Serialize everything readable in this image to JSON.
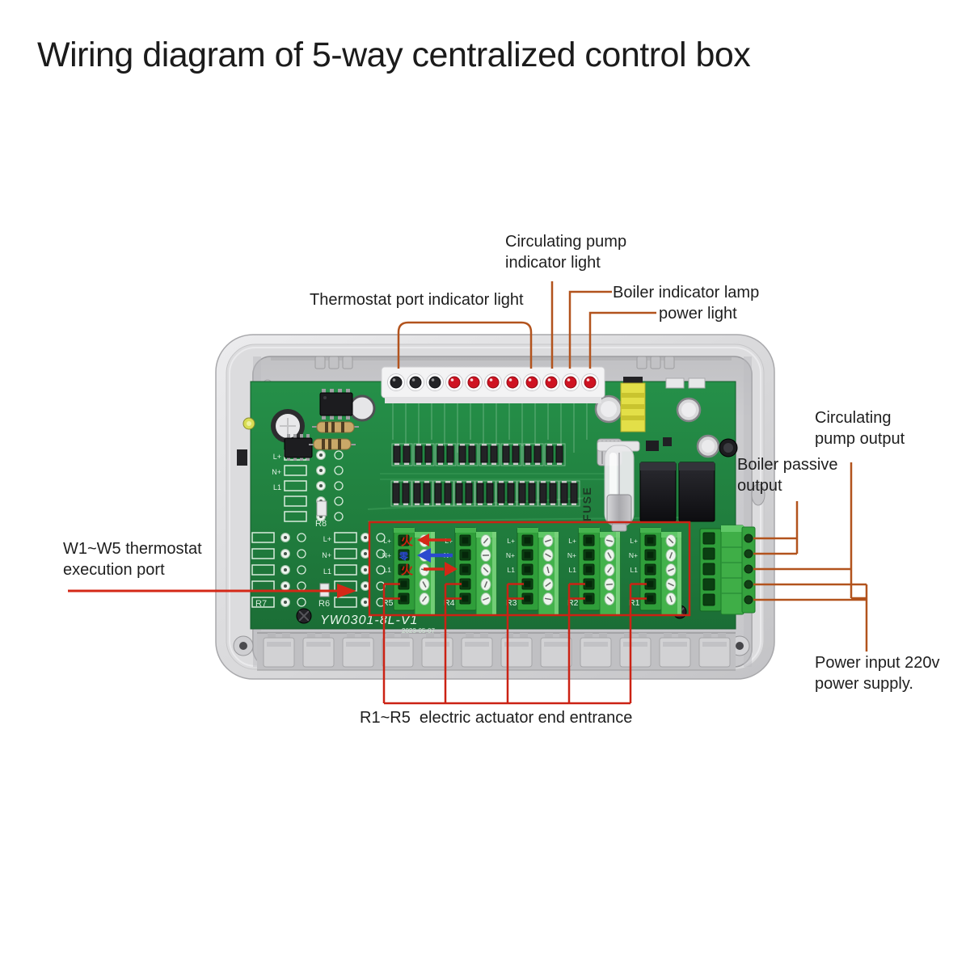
{
  "title": "Wiring diagram of 5-way centralized control box",
  "annotations": {
    "circulating_pump_indicator": "Circulating pump indicator light",
    "thermostat_port_indicator": "Thermostat port indicator light",
    "boiler_indicator_lamp": "Boiler indicator lamp",
    "power_light": "power light",
    "circulating_pump_output": "Circulating pump output",
    "boiler_passive_output": "Boiler passive output",
    "thermostat_execution_port": "W1~W5 thermostat execution port",
    "power_input": "Power input 220v power supply.",
    "actuator_entrance": "R1~R5  electric actuator end entrance"
  },
  "board": {
    "model": "YW0301-8L-V1",
    "date_code": "2023-05-07",
    "fuse_label": "FUSE",
    "relay_count": 2,
    "r_units": [
      "R5",
      "R4",
      "R3",
      "R2",
      "R1"
    ],
    "row_labels": [
      "L+",
      "N+",
      "L1"
    ],
    "ref_r8": "R8",
    "ref_r7": "R7",
    "ref_r6": "R6",
    "live_wire_char": "火",
    "neutral_wire_char": "零",
    "leds": [
      "black",
      "black",
      "black",
      "red",
      "red",
      "red",
      "red",
      "red",
      "red",
      "red",
      "red"
    ]
  },
  "colors": {
    "leader_orange": "#b2531d",
    "annotation_red": "#d42817",
    "wire_blue": "#2b49cf",
    "pcb_green": "#21803f",
    "terminal_green": "#3fae47",
    "led_red": "#cf1322",
    "led_off_black": "#242427",
    "enclosure_gray": "#d6d6d8"
  }
}
